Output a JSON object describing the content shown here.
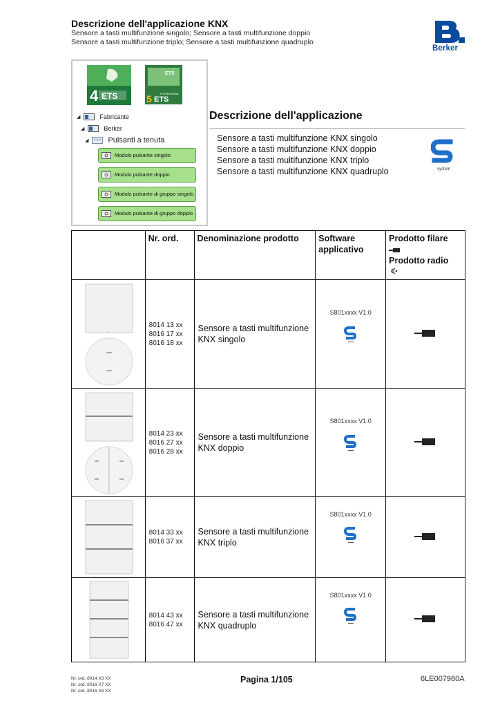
{
  "header": {
    "title": "Descrizione dell'applicazione KNX",
    "subtitle_line1": "Sensore a tasti multifunzione singolo; Sensore a tasti multifunzione doppio",
    "subtitle_line2": "Sensore a tasti multifunzione triplo; Sensore a tasti multifunzione quadruplo",
    "brand": "Berker",
    "brand_color": "#0b4a9b"
  },
  "ets_panel": {
    "ets4_label": "ETS",
    "ets4_number": "4",
    "ets5_label": "ETS",
    "ets5_number": "5",
    "ets5_tag": "PROFESSIONAL",
    "tree": {
      "manufacturer": "Fabricante",
      "brand": "Berker",
      "group": "Pulsanti a tenuta",
      "modules": [
        "Modulo pulsante singolo",
        "Modulo pulsante doppio",
        "Modulo pulsante di gruppo singolo",
        "Modulo pulsante di gruppo doppio"
      ]
    },
    "module_color": "#a6e08a"
  },
  "application": {
    "heading": "Descrizione dell'applicazione",
    "items": [
      "Sensore a tasti multifunzione KNX singolo",
      "Sensore a tasti multifunzione KNX doppio",
      "Sensore a tasti multifunzione KNX triplo",
      "Sensore a tasti multifunzione KNX quadruplo"
    ],
    "s_logo_caption": "system"
  },
  "table": {
    "headers": {
      "order_no": "Nr. ord.",
      "product_name": "Denominazione prodotto",
      "software": "Software applicativo",
      "wired": "Prodotto filare",
      "radio": "Prodotto radio"
    },
    "rows": [
      {
        "order_numbers": [
          "8014 13 xx",
          "8016 17 xx",
          "8016 18 xx"
        ],
        "name": "Sensore a tasti multifunzione KNX singolo",
        "software": "S801xxxx V1.0"
      },
      {
        "order_numbers": [
          "8014 23 xx",
          "8016 27 xx",
          "8016 28 xx"
        ],
        "name": "Sensore a tasti multifunzione KNX doppio",
        "software": "S801xxxx V1.0"
      },
      {
        "order_numbers": [
          "8014 33 xx",
          "8016 37 xx"
        ],
        "name": "Sensore a tasti multifunzione KNX triplo",
        "software": "S801xxxx V1.0"
      },
      {
        "order_numbers": [
          "8014 43 xx",
          "8016 47 xx"
        ],
        "name": "Sensore a tasti multifunzione KNX quadruplo",
        "software": "S801xxxx V1.0"
      }
    ]
  },
  "footer": {
    "order_lines": [
      "Nr. ord. 8014 X3 XX",
      "Nr. ord. 8016 X7 XX",
      "Nr. ord. 8016 X8 XX"
    ],
    "page": "Pagina 1/105",
    "doc_code": "6LE007980A"
  }
}
